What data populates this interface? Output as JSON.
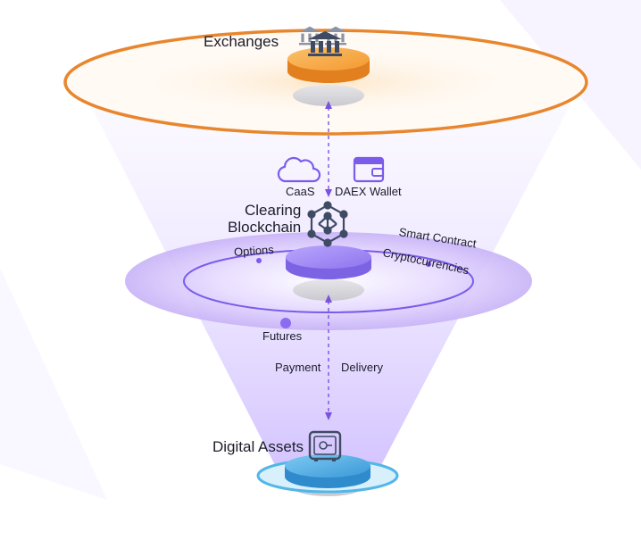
{
  "layers": {
    "exchanges": {
      "title": "Exchanges"
    },
    "clearing": {
      "title_line1": "Clearing",
      "title_line2": "Blockchain",
      "services": [
        "CaaS",
        "DAEX Wallet"
      ],
      "orbit_labels": [
        "Options",
        "Smart Contract",
        "Cryptocurrencies",
        "Futures"
      ]
    },
    "settlement": {
      "labels": [
        "Payment",
        "Delivery"
      ]
    },
    "digital_assets": {
      "title": "Digital Assets"
    }
  },
  "icons": {
    "exchange": "bank-building-icon",
    "caas": "cloud-icon",
    "wallet": "wallet-icon",
    "blockchain": "network-cube-icon",
    "vault": "safe-vault-icon"
  },
  "colors": {
    "exchange_ring": "#e8862e",
    "exchange_disc": "#f39c3c",
    "clearing_ring": "#7b5bea",
    "clearing_disc": "#9b86f2",
    "asset_disc": "#3a9fdd",
    "asset_ring": "#52b6e8",
    "arrow": "#7a52e0"
  }
}
